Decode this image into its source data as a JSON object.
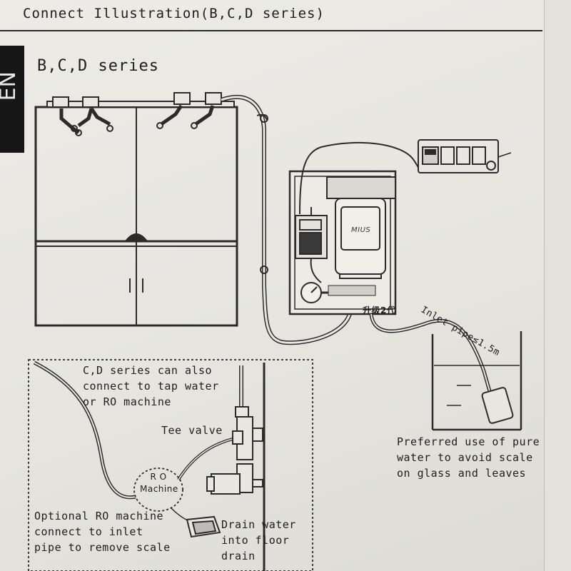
{
  "header": {
    "title": "Connect Illustration(B,C,D series)"
  },
  "language_tab": {
    "label": "EN"
  },
  "section": {
    "title": "B,C,D series"
  },
  "device": {
    "brand": "MIUS",
    "model_badge": "升级2代"
  },
  "labels": {
    "inlet_pipe": "Inlet pipe≤1.5m",
    "preferred_water": "Preferred use of pure\nwater to avoid scale\non glass and leaves",
    "cd_series": "C,D series can also\nconnect to tap water\nor RO machine",
    "tee_valve": "Tee valve",
    "ro_machine": "R O\nMachine",
    "optional_ro": "Optional RO machine\nconnect to inlet\npipe to remove scale",
    "drain_water": "Drain water\ninto floor\ndrain"
  }
}
